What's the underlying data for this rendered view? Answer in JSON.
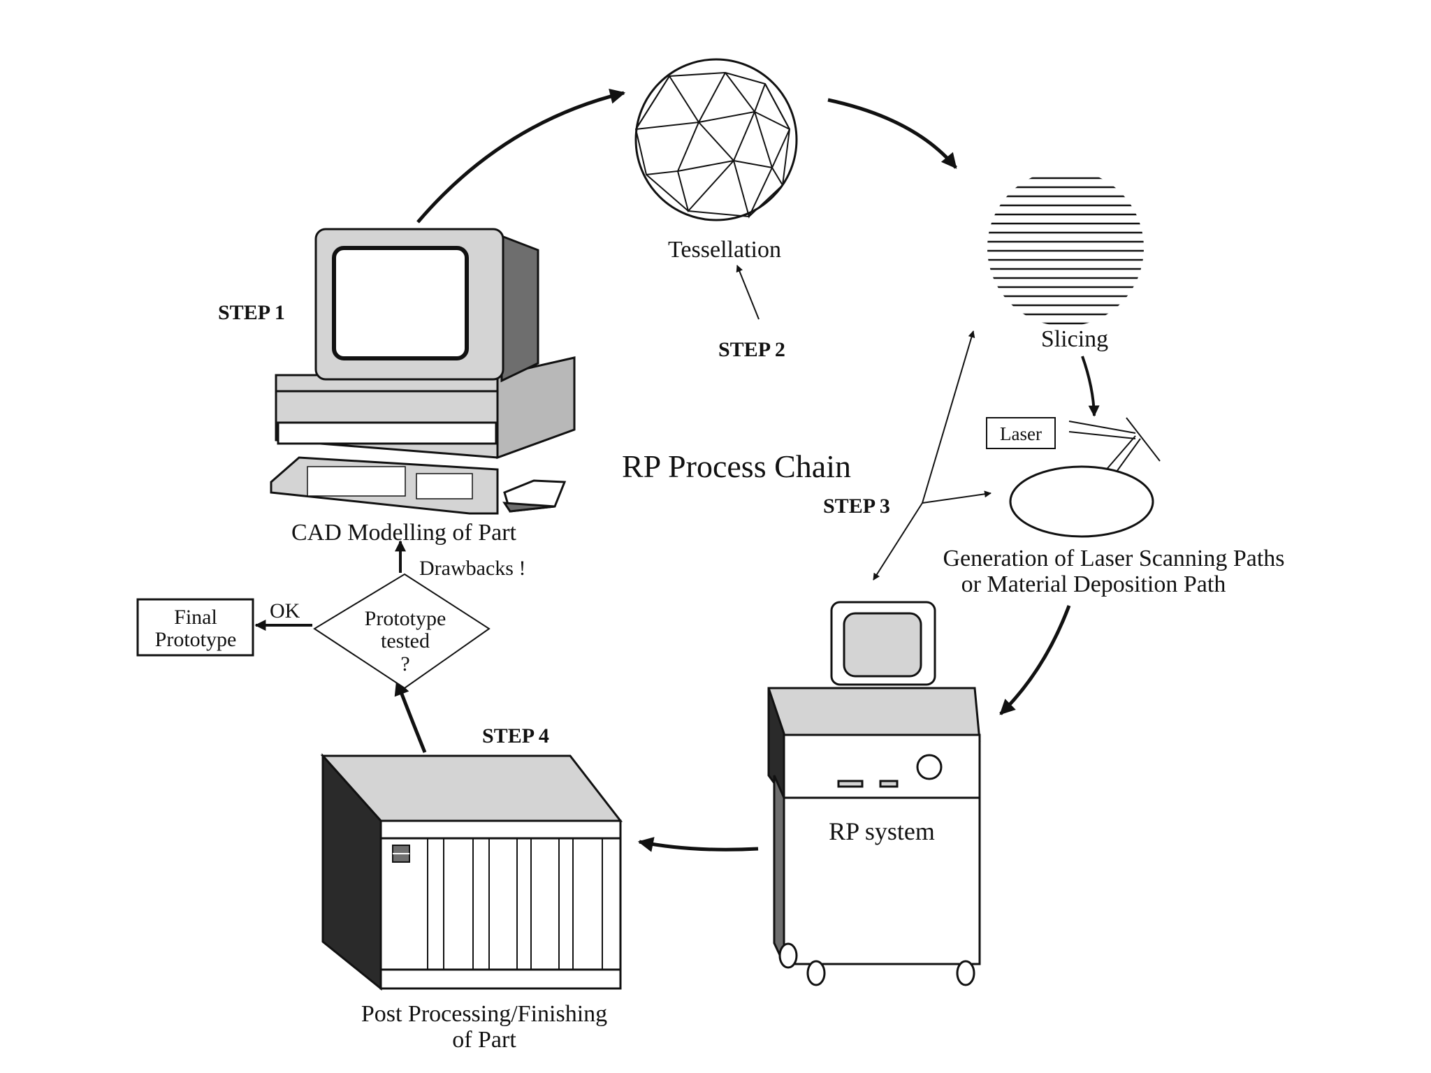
{
  "diagram": {
    "title": "RP Process Chain",
    "steps": {
      "step1": "STEP 1",
      "step2": "STEP 2",
      "step3": "STEP 3",
      "step4": "STEP 4"
    },
    "labels": {
      "cad": "CAD Modelling of Part",
      "tessellation": "Tessellation",
      "slicing": "Slicing",
      "laser": "Laser",
      "generation_line1": "Generation of Laser Scanning Paths",
      "generation_line2": "or Material Deposition Path",
      "rp_system": "RP system",
      "post_line1": "Post Processing/Finishing",
      "post_line2": "of Part",
      "decision_line1": "Prototype",
      "decision_line2": "tested",
      "decision_line3": "?",
      "final_line1": "Final",
      "final_line2": "Prototype",
      "ok": "OK",
      "drawbacks": "Drawbacks !"
    },
    "colors": {
      "ink": "#111111",
      "gray_light": "#d4d4d4",
      "gray_mid": "#b8b8b8",
      "gray_dark": "#6e6e6e",
      "black_panel": "#2a2a2a"
    }
  }
}
